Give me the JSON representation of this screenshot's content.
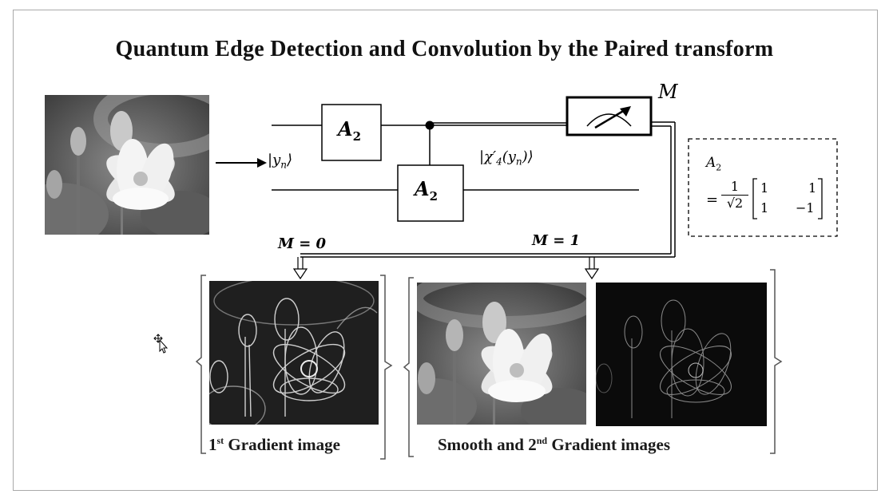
{
  "title": "Quantum Edge Detection and Convolution by the Paired transform",
  "circuit": {
    "input_state": "|y",
    "input_state_sub": "n",
    "input_state_close": "⟩",
    "gate_top": "A",
    "gate_top_sub": "2",
    "gate_bottom": "A",
    "gate_bottom_sub": "2",
    "output_state": "|χ′",
    "output_state_sub": "4",
    "output_state_arg": "(y",
    "output_state_arg_sub": "n",
    "output_state_close": ")⟩",
    "measure_label": "M",
    "branch_m0": "M = 0",
    "branch_m1": "M = 1"
  },
  "matrix_box": {
    "name": "A",
    "name_sub": "2",
    "eq": "=",
    "frac_num": "1",
    "frac_den": "√2",
    "r1c1": "1",
    "r1c2": "1",
    "r2c1": "1",
    "r2c2": "−1"
  },
  "labels": {
    "first_gradient_pre": "1",
    "first_gradient_sup": "st",
    "first_gradient_post": " Gradient image",
    "smooth_pre": "Smooth and 2",
    "smooth_sup": "nd",
    "smooth_post": " Gradient images"
  },
  "icons": {
    "input_image": "lotus-photo",
    "gradient_image": "lotus-edge-photo",
    "smooth_image": "lotus-smooth-photo",
    "second_gradient_image": "lotus-second-gradient-photo",
    "meter": "measurement-meter-icon",
    "cursor": "move-cursor-icon"
  }
}
